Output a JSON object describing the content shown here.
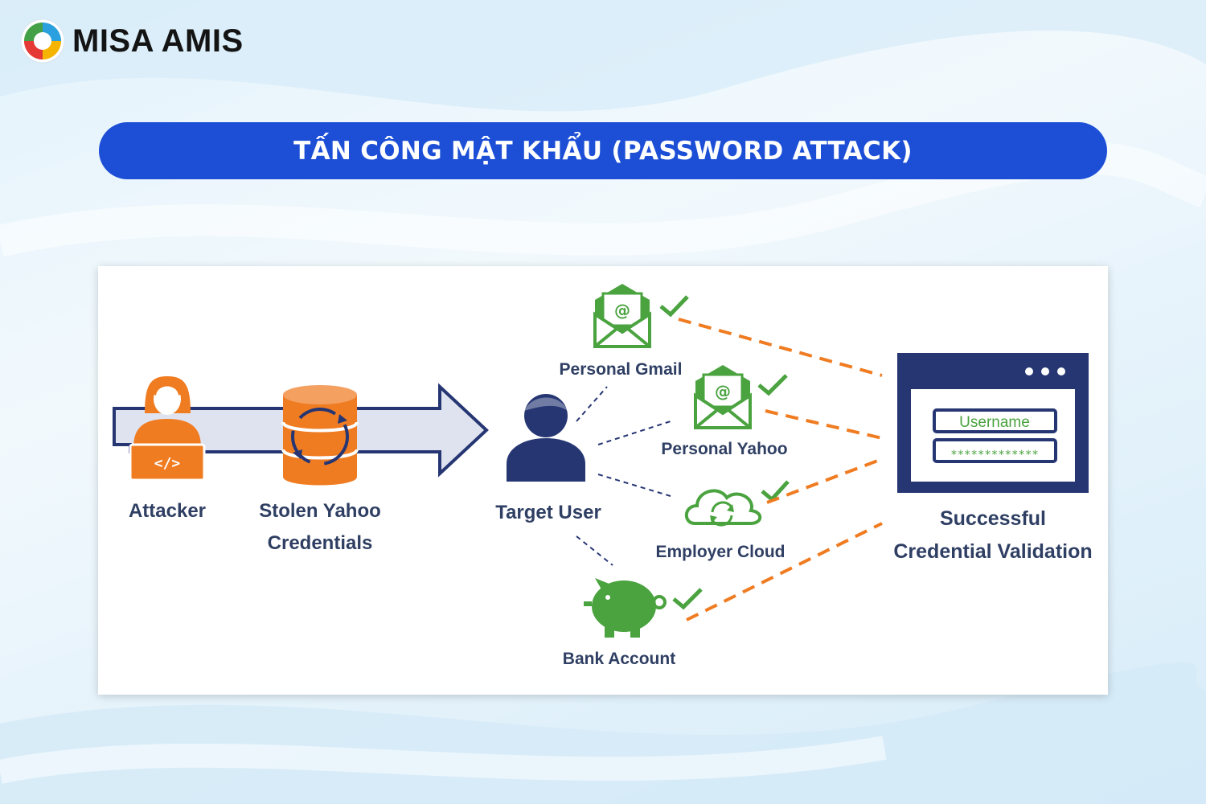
{
  "brand": {
    "logo_text": "MISA AMIS"
  },
  "title": "TẤN CÔNG MẬT KHẨU (PASSWORD ATTACK)",
  "diagram": {
    "nodes": {
      "attacker": "Attacker",
      "stolen_line1": "Stolen Yahoo",
      "stolen_line2": "Credentials",
      "target_user": "Target User",
      "personal_gmail": "Personal Gmail",
      "personal_yahoo": "Personal Yahoo",
      "employer_cloud": "Employer Cloud",
      "bank_account": "Bank Account",
      "success_line1": "Successful",
      "success_line2": "Credential Validation"
    },
    "login_form": {
      "username_label": "Username",
      "password_mask": "*************"
    },
    "colors": {
      "navy": "#263673",
      "orange": "#f07c22",
      "green": "#4aa33f",
      "arrow_fill": "#dfe3ef"
    }
  }
}
